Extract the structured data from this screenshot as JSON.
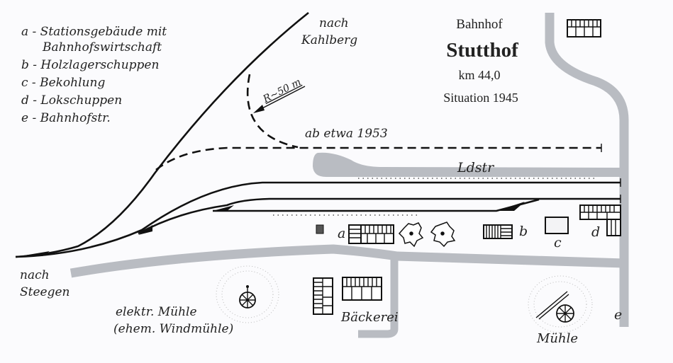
{
  "legend": [
    "a - Stationsgebäude mit",
    "Bahnhofswirtschaft",
    "b - Holzlagerschuppen",
    "c - Bekohlung",
    "d - Lokschuppen",
    "e - Bahnhofstr."
  ],
  "title": {
    "line1": "Bahnhof",
    "name": "Stutthof",
    "km": "km 44,0",
    "situation": "Situation 1945"
  },
  "labels": {
    "nach_kahlberg_1": "nach",
    "nach_kahlberg_2": "Kahlberg",
    "nach_steegen_1": "nach",
    "nach_steegen_2": "Steegen",
    "radius": "R~50 m",
    "ab_etwa": "ab etwa 1953",
    "ldstr": "Ldstr",
    "a": "a",
    "b": "b",
    "c": "c",
    "d": "d",
    "e": "e",
    "baeckerei": "Bäckerei",
    "muehle": "Mühle",
    "elektr_muehle_1": "elektr. Mühle",
    "elektr_muehle_2": "(ehem. Windmühle)"
  },
  "colors": {
    "road": "#b9bcc2",
    "track": "#111111",
    "background": "#fbfbfd"
  }
}
